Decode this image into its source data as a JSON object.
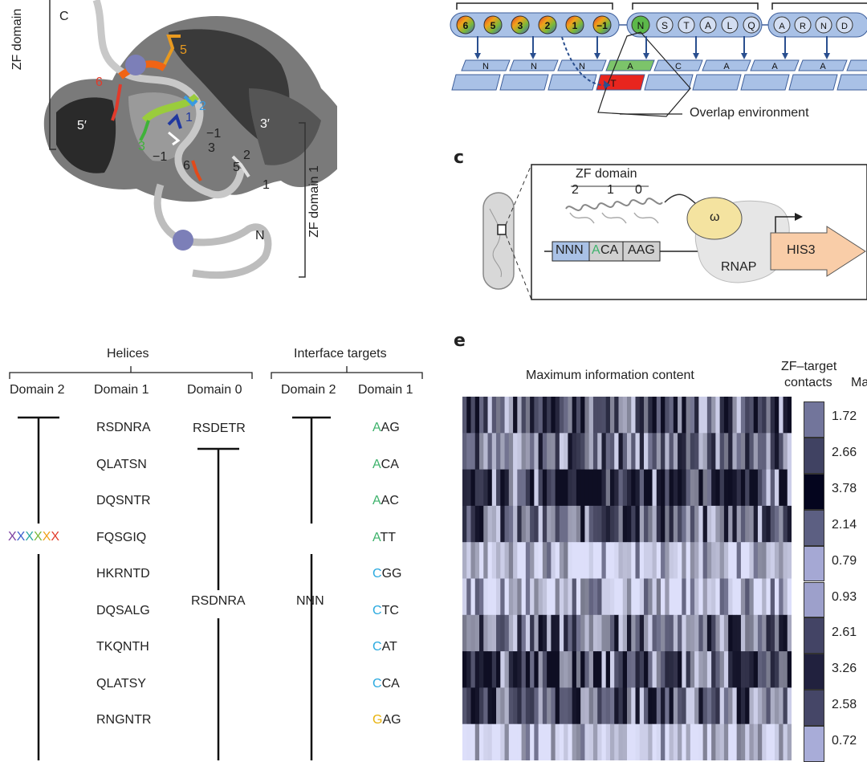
{
  "panel_a": {
    "zf_domain_top_label": "ZF domain",
    "zf_domain_bottom_label": "ZF domain 1",
    "c_label": "C",
    "n_label": "N",
    "five_prime": "5′",
    "three_prime": "3′",
    "upper_positions": [
      "6",
      "5",
      "2",
      "3",
      "1",
      "−1"
    ],
    "lower_positions": [
      "−1",
      "3",
      "6",
      "2",
      "5",
      "1"
    ]
  },
  "panel_b": {
    "helix_positions": [
      "6",
      "5",
      "3",
      "2",
      "1",
      "−1"
    ],
    "n_residue": "N",
    "sequence_residues": [
      "S",
      "T",
      "A",
      "L",
      "Q"
    ],
    "right_residues": [
      "A",
      "R",
      "N",
      "D"
    ],
    "dna_top": [
      "N",
      "N",
      "N",
      "A",
      "C",
      "A",
      "A",
      "A"
    ],
    "overlap_base": "T",
    "overlap_label": "Overlap environment"
  },
  "panel_c": {
    "letter": "c",
    "zf_domain_label": "ZF domain",
    "domain_numbers": [
      "2",
      "1",
      "0"
    ],
    "boxes": [
      "NNN",
      "A",
      "CA",
      "AAG"
    ],
    "omega": "ω",
    "rnap": "RNAP",
    "his3": "HIS3"
  },
  "panel_d": {
    "helices_header": "Helices",
    "interface_header": "Interface targets",
    "columns": [
      "Domain 2",
      "Domain 1",
      "Domain 0",
      "Domain 2",
      "Domain 1"
    ],
    "domain2_helix": "XXXXXX",
    "domain0_helices": [
      "RSDETR",
      "RSDNRA"
    ],
    "domain2_target": "NNN",
    "domain1_helices": [
      "RSDNRA",
      "QLATSN",
      "DQSNTR",
      "FQSGIQ",
      "HKRNTD",
      "DQSALG",
      "TKQNTH",
      "QLATSY",
      "RNGNTR"
    ],
    "domain1_targets": [
      {
        "first": "A",
        "rest": "AG",
        "color": "#3db26b"
      },
      {
        "first": "A",
        "rest": "CA",
        "color": "#3db26b"
      },
      {
        "first": "A",
        "rest": "AC",
        "color": "#3db26b"
      },
      {
        "first": "A",
        "rest": "TT",
        "color": "#3db26b"
      },
      {
        "first": "C",
        "rest": "GG",
        "color": "#29a9df"
      },
      {
        "first": "C",
        "rest": "TC",
        "color": "#29a9df"
      },
      {
        "first": "C",
        "rest": "AT",
        "color": "#29a9df"
      },
      {
        "first": "C",
        "rest": "CA",
        "color": "#29a9df"
      },
      {
        "first": "G",
        "rest": "AG",
        "color": "#e8b20a"
      }
    ],
    "xcolors": [
      "#7b3fa0",
      "#3a5fcd",
      "#2aa7a0",
      "#79b83a",
      "#f0a21a",
      "#e23a2a"
    ]
  },
  "panel_e": {
    "letter": "e",
    "title": "Maximum information content",
    "side_header_line1": "ZF–target",
    "side_header_line2": "contacts",
    "side_header_cut": "Ma",
    "side_values": [
      "1.72",
      "2.66",
      "3.78",
      "2.14",
      "0.79",
      "0.93",
      "2.61",
      "3.26",
      "2.58",
      "0.72"
    ]
  },
  "chart_data": {
    "type": "heatmap",
    "title": "Maximum information content",
    "rows": 10,
    "row_annotation_label": "ZF–target contacts",
    "row_annotation_values": [
      1.72,
      2.66,
      3.78,
      2.14,
      0.79,
      0.93,
      2.61,
      3.26,
      2.58,
      0.72
    ]
  }
}
